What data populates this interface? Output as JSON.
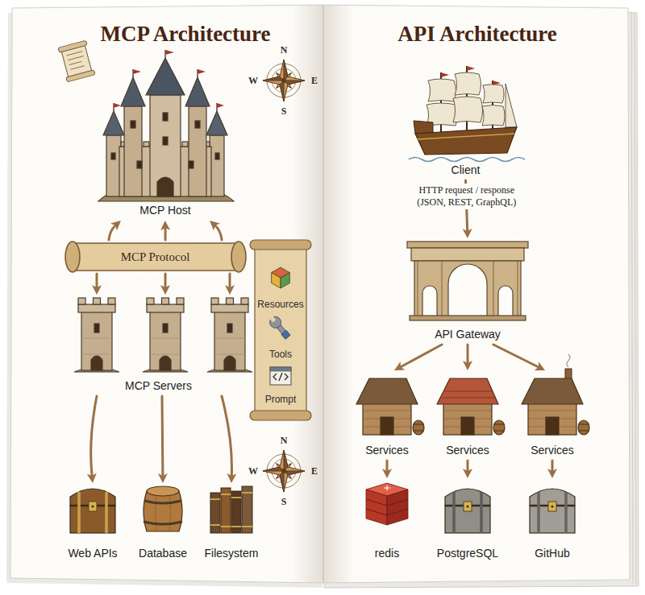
{
  "diagram": {
    "nodes": [
      {
        "text": [
          "MCP Host"
        ]
      },
      {
        "text": [
          "MCP Protocol"
        ]
      },
      {
        "text": [
          "MCP Servers"
        ]
      },
      {
        "text": [
          "Resources",
          "Tools",
          "Prompt"
        ]
      },
      {
        "text": [
          "Web APIs"
        ]
      },
      {
        "text": [
          "Database"
        ]
      },
      {
        "text": [
          "Filesystem"
        ]
      },
      {
        "text": [
          "Client"
        ]
      },
      {
        "text": [
          "API Gateway"
        ]
      },
      {
        "text": [
          "Services"
        ]
      },
      {
        "text": [
          "Services"
        ]
      },
      {
        "text": [
          "Services"
        ]
      },
      {
        "text": [
          "redis"
        ]
      },
      {
        "text": [
          "PostgreSQL"
        ]
      },
      {
        "text": [
          "GitHub"
        ]
      }
    ],
    "edges": [
      {
        "from": 1,
        "to": 0,
        "arrow": "to"
      },
      {
        "from": 1,
        "to": 0,
        "arrow": "to"
      },
      {
        "from": 1,
        "to": 0,
        "arrow": "to"
      },
      {
        "from": 1,
        "to": 2,
        "arrow": "to"
      },
      {
        "from": 1,
        "to": 2,
        "arrow": "to"
      },
      {
        "from": 1,
        "to": 2,
        "arrow": "to"
      },
      {
        "from": 2,
        "to": 4,
        "arrow": "to"
      },
      {
        "from": 2,
        "to": 5,
        "arrow": "to"
      },
      {
        "from": 2,
        "to": 6,
        "arrow": "to"
      },
      {
        "from": 7,
        "to": 8,
        "arrow": "to",
        "label": "HTTP request / response (JSON, REST, GraphQL)"
      },
      {
        "from": 8,
        "to": 9,
        "arrow": "to"
      },
      {
        "from": 8,
        "to": 10,
        "arrow": "to"
      },
      {
        "from": 8,
        "to": 11,
        "arrow": "to"
      },
      {
        "from": 9,
        "to": 12,
        "arrow": "to"
      },
      {
        "from": 10,
        "to": 13,
        "arrow": "to"
      },
      {
        "from": 11,
        "to": 14,
        "arrow": "to"
      }
    ],
    "labels": [
      "MCP Architecture",
      "API Architecture",
      "N",
      "W",
      "E",
      "S",
      "N",
      "W",
      "E",
      "S"
    ]
  }
}
